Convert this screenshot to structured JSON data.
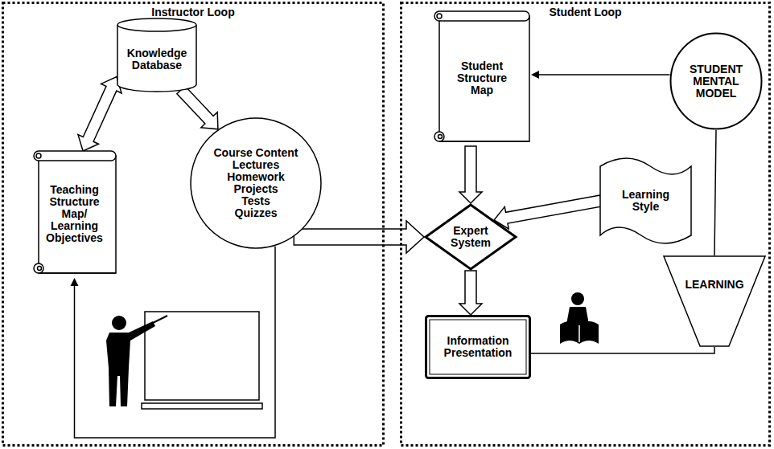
{
  "diagram": {
    "nodes": [
      {
        "text": [
          "Instructor Loop"
        ]
      },
      {
        "text": [
          "Knowledge Database"
        ],
        "in": 0
      },
      {
        "text": [
          "Teaching Structure Map/ Learning Objectives"
        ],
        "in": 0
      },
      {
        "text": [
          "Course Content",
          "Lectures Homework Projects Tests Quizzes"
        ],
        "in": 0
      },
      {
        "text": [
          "Student Loop"
        ]
      },
      {
        "text": [
          "Student Structure Map"
        ],
        "in": 4
      },
      {
        "text": [
          "STUDENT MENTAL MODEL"
        ],
        "in": 4
      },
      {
        "text": [
          "Learning Style"
        ],
        "in": 4
      },
      {
        "text": [
          "Expert System"
        ],
        "in": 4
      },
      {
        "text": [
          "LEARNING"
        ],
        "in": 4
      },
      {
        "text": [
          "Information Presentation"
        ],
        "in": 4
      }
    ],
    "edges": [
      {
        "from": 2,
        "to": 1,
        "arrow": "both"
      },
      {
        "from": 1,
        "to": 3,
        "arrow": "to"
      },
      {
        "from": 3,
        "to": 8,
        "arrow": "to"
      },
      {
        "from": 6,
        "to": 5,
        "arrow": "to"
      },
      {
        "from": 5,
        "to": 8,
        "arrow": "to"
      },
      {
        "from": 7,
        "to": 8,
        "arrow": "to"
      },
      {
        "from": 8,
        "to": 10,
        "arrow": "to"
      },
      {
        "from": 3,
        "to": 2,
        "arrow": "to"
      },
      {
        "from": 10,
        "to": 9,
        "arrow": "none"
      },
      {
        "from": 9,
        "to": 6,
        "arrow": "none"
      }
    ]
  }
}
